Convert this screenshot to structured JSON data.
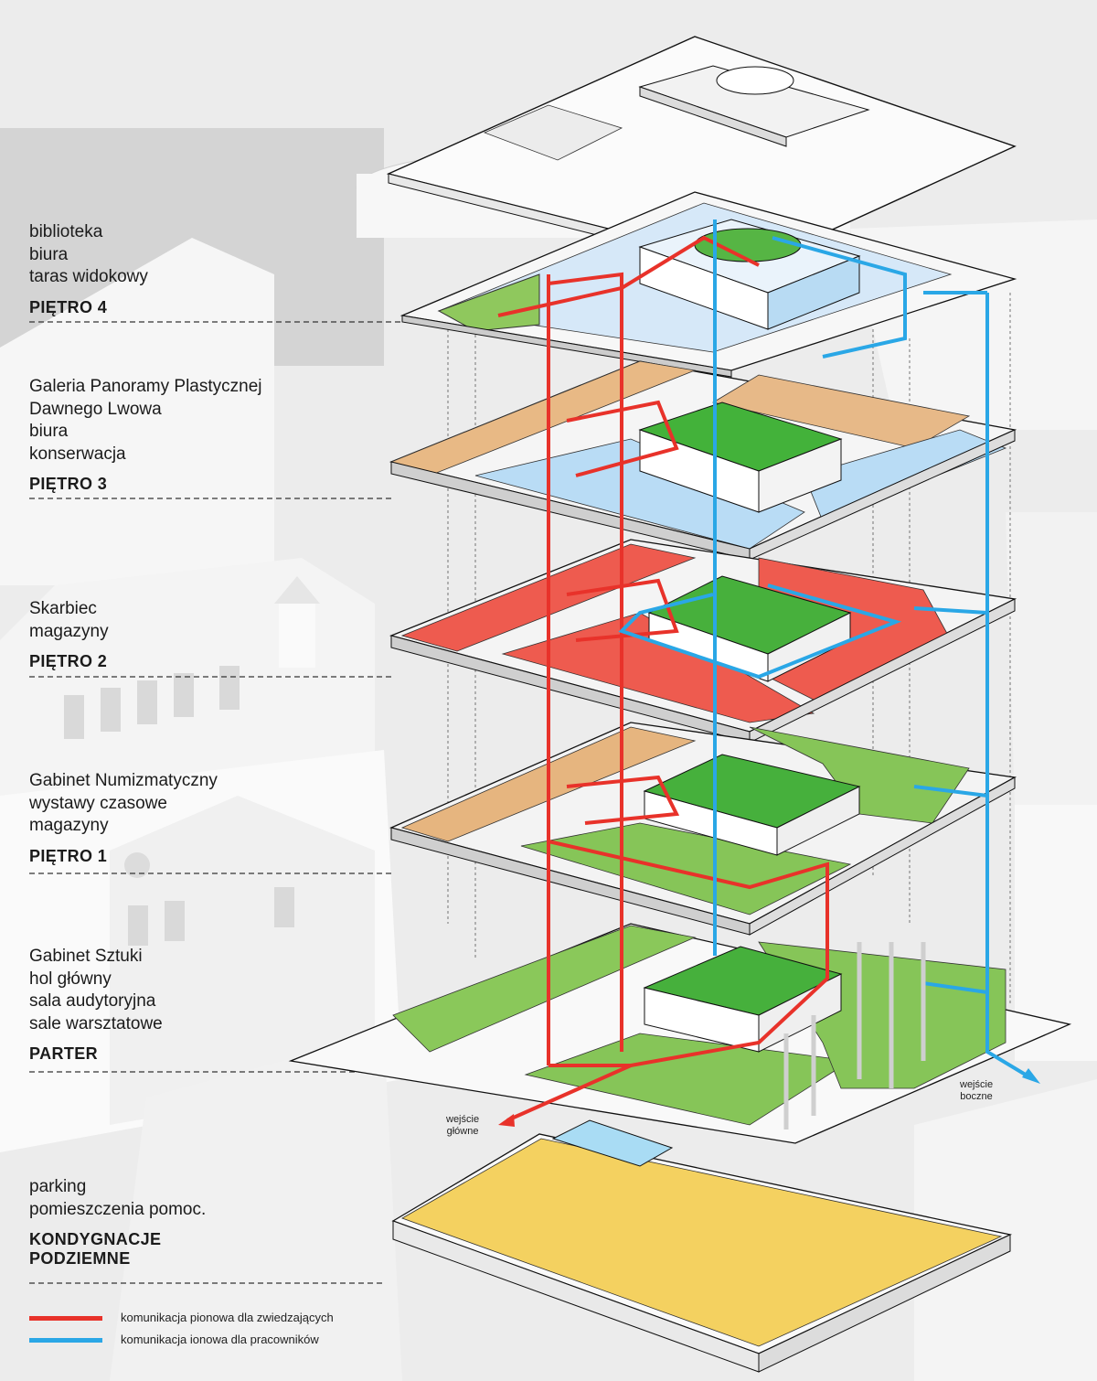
{
  "floors": [
    {
      "lines": [
        "biblioteka",
        "biura",
        "taras widokowy"
      ],
      "level": "PIĘTRO 4"
    },
    {
      "lines": [
        "Galeria Panoramy Plastycznej",
        "Dawnego Lwowa",
        "biura",
        "konserwacja"
      ],
      "level": "PIĘTRO 3"
    },
    {
      "lines": [
        "Skarbiec",
        "magazyny"
      ],
      "level": "PIĘTRO 2"
    },
    {
      "lines": [
        "Gabinet Numizmatyczny",
        "wystawy czasowe",
        "magazyny"
      ],
      "level": "PIĘTRO 1"
    },
    {
      "lines": [
        "Gabinet Sztuki",
        "hol główny",
        "sala audytoryjna",
        "sale warsztatowe"
      ],
      "level": "PARTER"
    },
    {
      "lines": [
        "parking",
        "pomieszczenia pomoc."
      ],
      "level": "KONDYGNACJE PODZIEMNE"
    }
  ],
  "entrances": {
    "main": [
      "wejście",
      "główne"
    ],
    "side": [
      "wejście",
      "boczne"
    ]
  },
  "legend": [
    {
      "label": "komunikacja pionowa dla zwiedzających",
      "color": "#e8322a"
    },
    {
      "label": "komunikacja ionowa dla pracowników",
      "color": "#2aa7e6"
    }
  ],
  "colors": {
    "background": "#ededed",
    "library_blue": "#cfe4f7",
    "office_blue": "#b7dcf4",
    "storage_brown": "#e4b37c",
    "treasury_red": "#ef5a4e",
    "exhibition_green": "#7fc24f",
    "courtyard_green": "#46b03d",
    "parking_yellow": "#f4d160",
    "pool_blue": "#a9dcf4"
  }
}
